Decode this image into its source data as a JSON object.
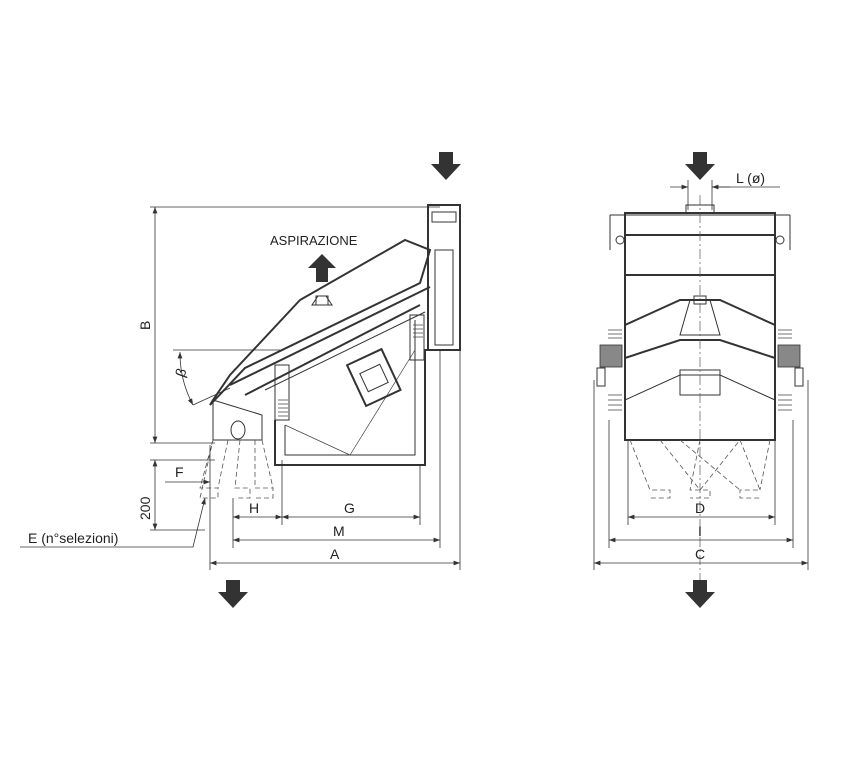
{
  "side_view": {
    "suction_label": "ASPIRAZIONE",
    "angle_label": "β",
    "dimensions": {
      "A": "A",
      "B": "B",
      "F": "F",
      "G": "G",
      "H": "H",
      "M": "M",
      "height_200": "200"
    },
    "outlets_label": "E (n°selezioni)"
  },
  "front_view": {
    "inlet_label": "L (ø)",
    "dimensions": {
      "C": "C",
      "D": "D",
      "I": "I"
    }
  }
}
